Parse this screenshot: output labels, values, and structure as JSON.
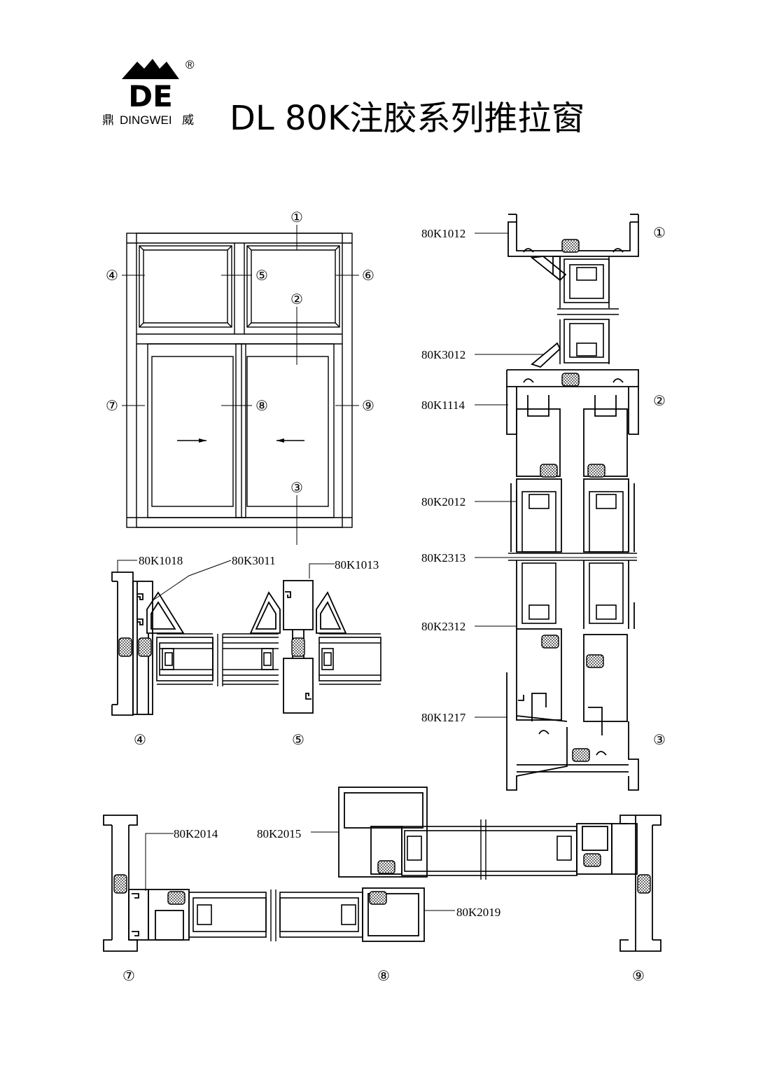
{
  "header": {
    "brand_name": "DINGWEI",
    "brand_char_left": "鼎",
    "brand_char_right": "威",
    "registered_mark": "®",
    "logo_letters": "DE",
    "title": "DL 80K注胶系列推拉窗"
  },
  "elevation": {
    "markers": [
      "①",
      "②",
      "③",
      "④",
      "⑤",
      "⑥",
      "⑦",
      "⑧",
      "⑨"
    ]
  },
  "sections": {
    "labels": {
      "p1018": "80K1018",
      "p3011": "80K3011",
      "p1013": "80K1013",
      "p1012": "80K1012",
      "p3012": "80K3012",
      "p1114": "80K1114",
      "p2012": "80K2012",
      "p2313": "80K2313",
      "p2312": "80K2312",
      "p1217": "80K1217",
      "p2014": "80K2014",
      "p2015": "80K2015",
      "p2019": "80K2019"
    },
    "captions": {
      "c1": "①",
      "c2": "②",
      "c3": "③",
      "c4": "④",
      "c5": "⑤",
      "c7": "⑦",
      "c8": "⑧",
      "c9": "⑨"
    }
  },
  "colors": {
    "ink": "#000000",
    "paper": "#ffffff"
  }
}
